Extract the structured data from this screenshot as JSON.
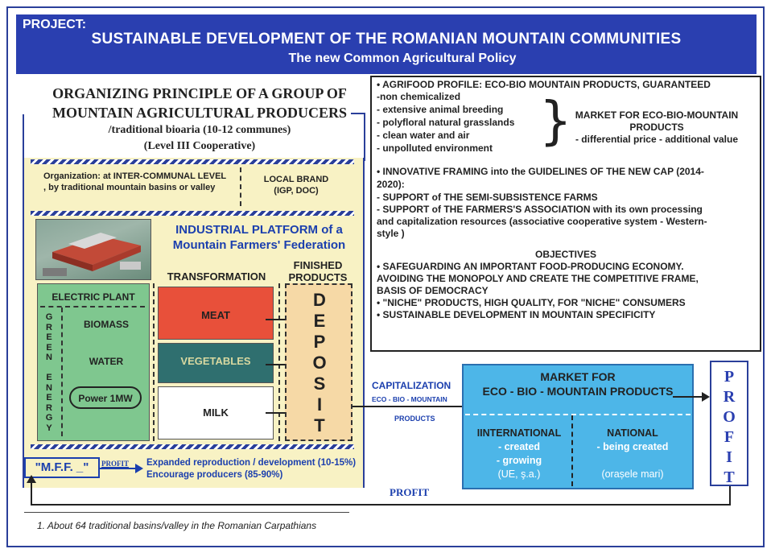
{
  "header": {
    "project_label": "PROJECT:",
    "title": "SUSTAINABLE DEVELOPMENT OF THE ROMANIAN MOUNTAIN COMMUNITIES",
    "subtitle": "The new Common Agricultural Policy"
  },
  "organizing": {
    "line1": "ORGANIZING PRINCIPLE OF A GROUP OF",
    "line2": "MOUNTAIN AGRICULTURAL PRODUCERS",
    "line3": "/traditional bioaria (10-12 communes)",
    "line4": "(Level III Cooperative)"
  },
  "organization": {
    "text": "Organization: at INTER-COMMUNAL LEVEL , by traditional mountain basins or valley",
    "brand": "LOCAL BRAND (IGP, DOC)"
  },
  "platform": {
    "title1": "INDUSTRIAL PLATFORM of a",
    "title2": "Mountain Farmers' Federation",
    "transformation": "TRANSFORMATION",
    "finished": "FINISHED PRODUCTS"
  },
  "energy": {
    "plant": "ELECTRIC PLANT",
    "vertical": [
      "G",
      "R",
      "E",
      "E",
      "N",
      "",
      "E",
      "N",
      "E",
      "R",
      "G",
      "Y"
    ],
    "biomass": "BIOMASS",
    "water": "WATER",
    "power": "Power 1MW"
  },
  "products": {
    "meat": "MEAT",
    "vegetables": "VEGETABLES",
    "milk": "MILK"
  },
  "deposit": [
    "D",
    "E",
    "P",
    "O",
    "S",
    "I",
    "T"
  ],
  "mff": {
    "label": "\"M.F.F. _\"",
    "profit": "PROFIT",
    "line1": "Expanded reproduction / development (10-15%)",
    "line2": "Encourage producers (85-90%)"
  },
  "right": {
    "l1": "• AGRIFOOD PROFILE: ECO-BIO MOUNTAIN PRODUCTS, GUARANTEED",
    "l2": "-non chemicalized",
    "l3": "- extensive animal breeding",
    "l4": "- polyfloral natural grasslands",
    "l5": "- clean water and air",
    "l6": "- unpolluted environment",
    "market1": "MARKET FOR ECO-BIO-MOUNTAIN",
    "market2": "PRODUCTS",
    "market3": "- differential price - additional value",
    "i1": "• INNOVATIVE FRAMING into the GUIDELINES OF THE NEW CAP (2014-",
    "i2": "2020):",
    "i3": "- SUPPORT of THE SEMI-SUBSISTENCE FARMS",
    "i4": "- SUPPORT of THE FARMERS'S ASSOCIATION with its own processing",
    "i5": "and capitalization resources (associative cooperative system - Western-",
    "i6": "style )",
    "obj": "OBJECTIVES",
    "o1": "• SAFEGUARDING  AN IMPORTANT FOOD-PRODUCING ECONOMY.",
    "o2": "AVOIDING THE MONOPOLY AND CREATE THE COMPETITIVE FRAME,",
    "o3": "BASIS OF DEMOCRACY",
    "o4": "• \"NICHE\" PRODUCTS, HIGH QUALITY, FOR \"NICHE\" CONSUMERS",
    "o5": "• SUSTAINABLE DEVELOPMENT IN  MOUNTAIN SPECIFICITY"
  },
  "capitalization": {
    "c1": "CAPITALIZATION",
    "c2": "ECO - BIO - MOUNTAIN",
    "c3": "PRODUCTS"
  },
  "market": {
    "title1": "MARKET FOR",
    "title2": "ECO - BIO - MOUNTAIN PRODUCTS",
    "intl1": "IINTERNATIONAL",
    "intl2": "- created",
    "intl3": "- growing",
    "intl4": "(UE, ş.a.)",
    "nat1": "NATIONAL",
    "nat2": "- being created",
    "nat3": "(orașele mari)"
  },
  "profit_letters": [
    "P",
    "R",
    "O",
    "F",
    "I",
    "T"
  ],
  "bottom_profit": "PROFIT",
  "footnote": "1. About 64 traditional basins/valley in the Romanian Carpathians"
}
